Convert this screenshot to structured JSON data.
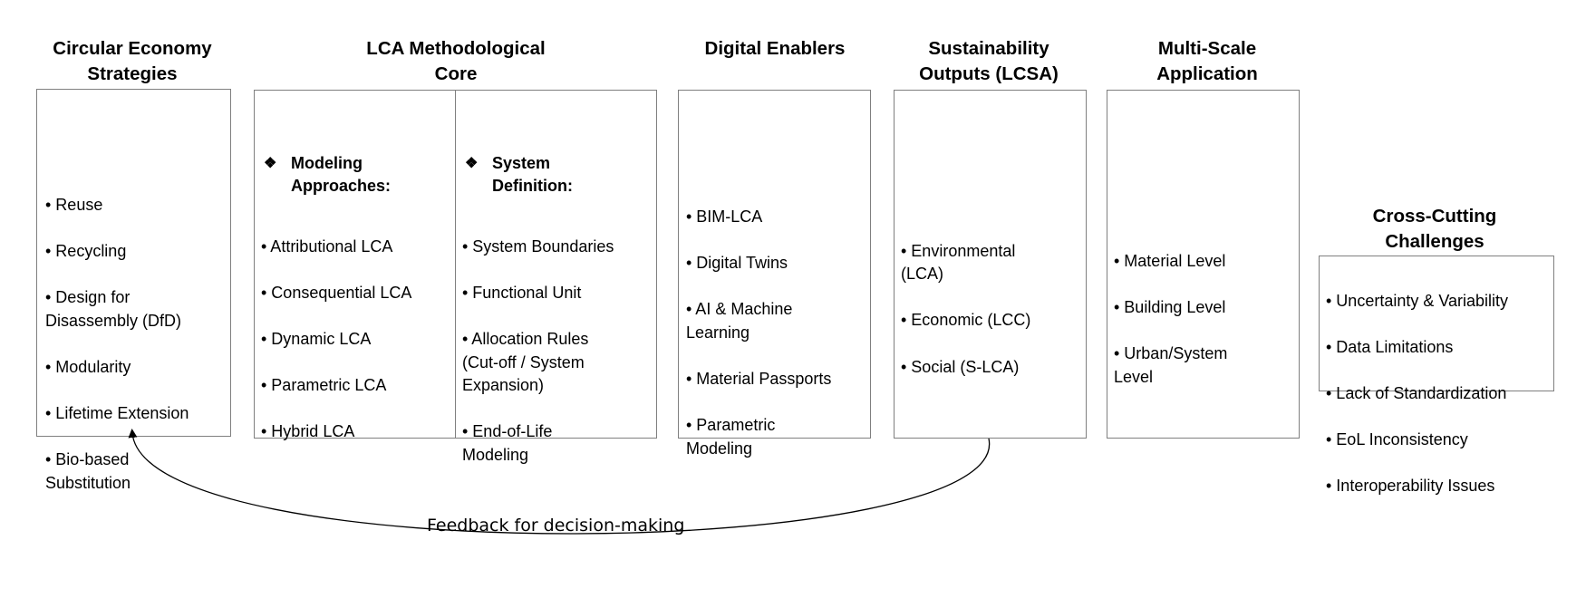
{
  "columns": {
    "circular": {
      "title": "Circular Economy\nStrategies",
      "items": [
        "• Reuse",
        "• Recycling",
        "• Design for\nDisassembly (DfD)",
        "• Modularity",
        "• Lifetime Extension",
        "• Bio-based\nSubstitution"
      ]
    },
    "lca_core": {
      "title": "LCA Methodological\nCore",
      "modeling": {
        "heading": "Modeling\nApproaches:",
        "items": [
          "• Attributional LCA",
          "• Consequential LCA",
          "• Dynamic LCA",
          "• Parametric LCA",
          "• Hybrid LCA"
        ]
      },
      "system": {
        "heading": "System\nDefinition:",
        "items": [
          "• System Boundaries",
          "• Functional Unit",
          "• Allocation Rules\n(Cut-off / System\nExpansion)",
          "• End-of-Life\nModeling"
        ]
      }
    },
    "digital": {
      "title": "Digital Enablers",
      "items": [
        "• BIM-LCA",
        "• Digital Twins",
        "• AI & Machine\nLearning",
        "• Material Passports",
        "• Parametric\nModeling"
      ]
    },
    "outputs": {
      "title": "Sustainability\nOutputs (LCSA)",
      "items": [
        "• Environmental\n(LCA)",
        "• Economic (LCC)",
        "• Social (S-LCA)"
      ]
    },
    "multiscale": {
      "title": "Multi-Scale\nApplication",
      "items": [
        "• Material Level",
        "• Building Level",
        "• Urban/System\nLevel"
      ]
    },
    "crosscutting": {
      "title": "Cross-Cutting\nChallenges",
      "items": [
        "• Uncertainty & Variability",
        "• Data Limitations",
        "• Lack of Standardization",
        "• EoL Inconsistency",
        "• Interoperability Issues"
      ]
    }
  },
  "feedback": {
    "label": "Feedback for decision-making"
  }
}
